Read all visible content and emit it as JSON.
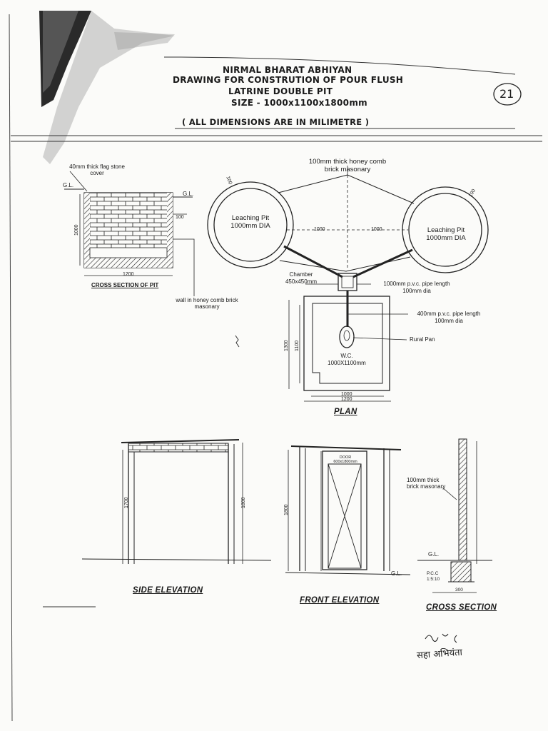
{
  "header": {
    "line1": "NIRMAL BHARAT ABHIYAN",
    "line2": "DRAWING FOR  CONSTRUTION OF POUR FLUSH",
    "line3": "LATRINE DOUBLE PIT",
    "line4": "SIZE - 1000x1100x1800mm",
    "note": "( ALL DIMENSIONS ARE IN MILIMETRE )",
    "page_number": "21"
  },
  "cross_section_pit": {
    "cover_label": "40mm thick flag stone cover",
    "gl_left": "G.L.",
    "gl_right": "G.L.",
    "dim_height": "1000",
    "dim_side": "100",
    "dim_width": "1200",
    "title": "CROSS SECTION OF PIT",
    "wall_label": "wall in honey comb brick masonary"
  },
  "plan": {
    "masonry_label": "100mm thick honey comb brick masonary",
    "pit_left_label": "Leaching Pit 1000mm DIA",
    "pit_right_label": "Leaching Pit 1000mm DIA",
    "dim_left_thk": "100",
    "dim_right_thk": "100",
    "dim_span_left": "1000",
    "dim_span_right": "1000",
    "chamber_label": "Chamber 450x450mm",
    "pipe_long_label": "1000mm p.v.c. pipe length 100mm dia",
    "pipe_short_label": "400mm p.v.c. pipe length 100mm dia",
    "pan_label": "Rural Pan",
    "wc_label": "W.C. 1000X1100mm",
    "dim_v_outer": "1300",
    "dim_v_inner": "1100",
    "dim_h_inner": "1000",
    "dim_h_outer": "1200",
    "title": "PLAN"
  },
  "side_elevation": {
    "title": "SIDE ELEVATION",
    "dim_left": "1700",
    "dim_right": "1800"
  },
  "front_elevation": {
    "title": "FRONT ELEVATION",
    "dim_left": "1800",
    "door_label": "DOOR 600x1800mm",
    "gl": "G.L."
  },
  "cross_section": {
    "title": "CROSS SECTION",
    "masonry_label": "100mm thick brick masonary",
    "gl": "G.L.",
    "pcc_label": "P.C.C 1:5:10",
    "dim_width": "300"
  },
  "signature": {
    "text": "सहा अभियंता"
  }
}
